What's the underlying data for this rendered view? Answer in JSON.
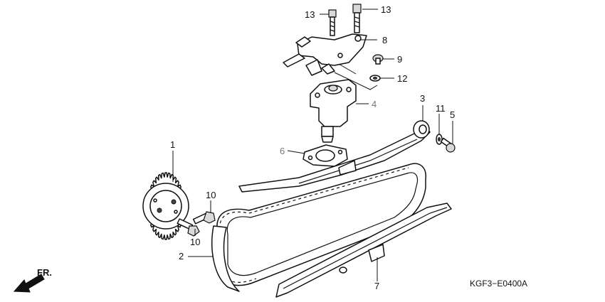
{
  "labels": {
    "p1": "1",
    "p2": "2",
    "p3": "3",
    "p4": "4",
    "p5": "5",
    "p6": "6",
    "p7": "7",
    "p8": "8",
    "p9": "9",
    "p10a": "10",
    "p10b": "10",
    "p11": "11",
    "p12": "12",
    "p13a": "13",
    "p13b": "13"
  },
  "direction_label": "FR.",
  "diagram_code": "KGF3−E0400A"
}
